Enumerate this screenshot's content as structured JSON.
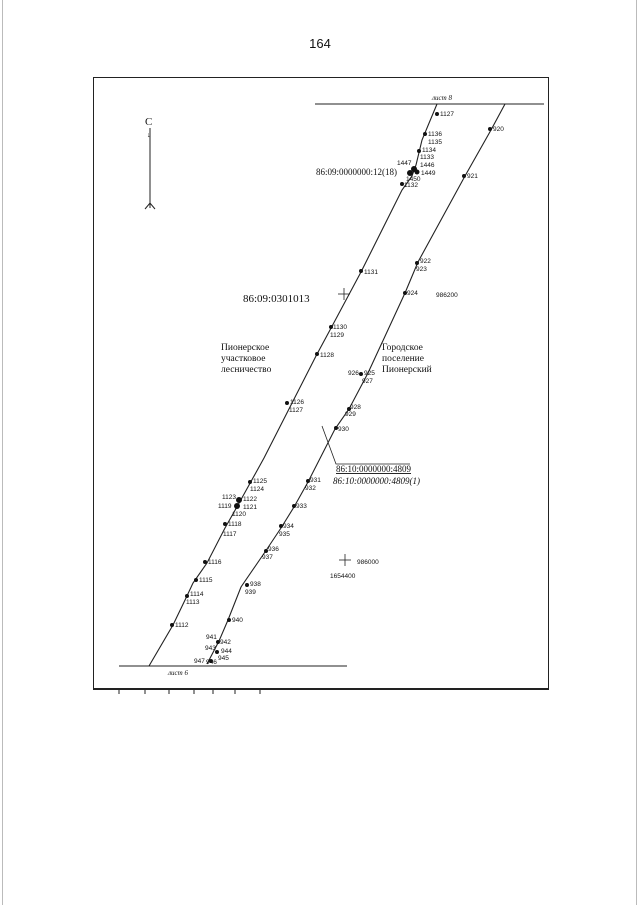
{
  "page": {
    "number": "164"
  },
  "map": {
    "north_label": "С",
    "sheet_top": "лист 8",
    "sheet_bottom": "лист 6",
    "parcel_center": "86:09:0301013",
    "parcel_top": "86:09:0000000:12(18)",
    "parcel_road": "86:10:0000000:4809",
    "parcel_road_sub": "86:10:0000000:4809(1)",
    "forest_area": [
      "Пионерское",
      "участковое",
      "лесничество"
    ],
    "town_area": [
      "Городское",
      "поселение",
      "Пионерский"
    ],
    "coord_y_top": "986200",
    "coord_y_bottom": "986000",
    "coord_x_bottom": "1654400",
    "left_line_points": [
      "1127",
      "1136",
      "1135",
      "1134",
      "1133",
      "1446",
      "1447",
      "1449",
      "1450",
      "1132",
      "1131",
      "1130",
      "1129",
      "1128",
      "1126",
      "1127",
      "1125",
      "1124",
      "1123",
      "1122",
      "1119",
      "1121",
      "1120",
      "1118",
      "1117",
      "1116",
      "1115",
      "1114",
      "1113",
      "1112"
    ],
    "right_line_points": [
      "920",
      "921",
      "922",
      "923",
      "924",
      "926",
      "925",
      "927",
      "928",
      "929",
      "930",
      "931",
      "932",
      "933",
      "934",
      "935",
      "936",
      "937",
      "938",
      "939",
      "940",
      "941",
      "942",
      "943",
      "944",
      "947",
      "946",
      "945"
    ]
  }
}
